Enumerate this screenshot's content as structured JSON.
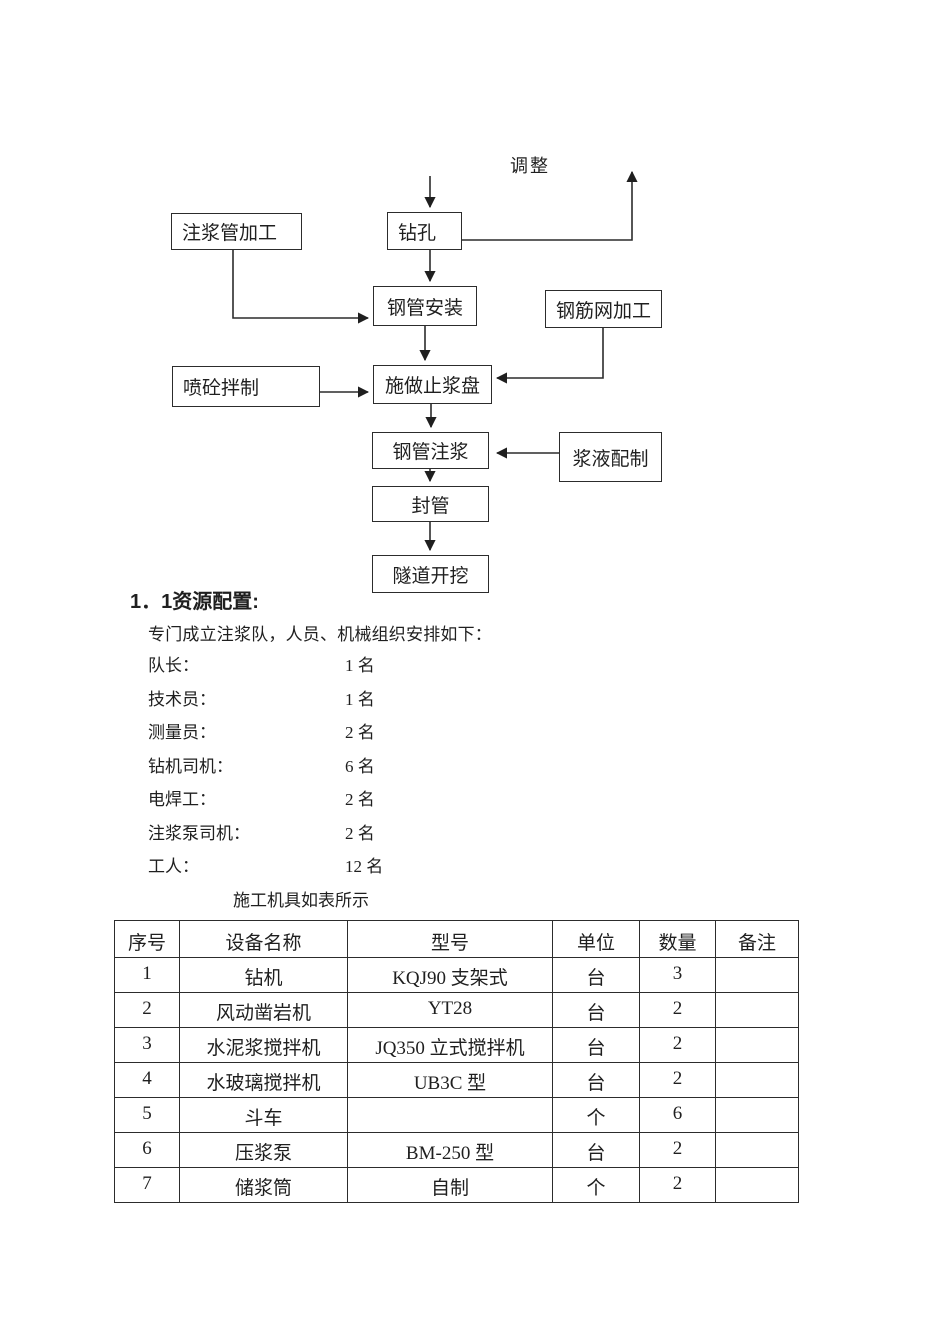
{
  "flowchart": {
    "feedback_label": "调整",
    "nodes": [
      {
        "id": "grout-pipe-fabrication",
        "label": "注浆管加工"
      },
      {
        "id": "drilling",
        "label": "钻孔"
      },
      {
        "id": "steel-pipe-install",
        "label": "钢管安装"
      },
      {
        "id": "rebar-mesh-fabrication",
        "label": "钢筋网加工"
      },
      {
        "id": "shotcrete-mixing",
        "label": "喷砼拌制"
      },
      {
        "id": "grout-stop-disc",
        "label": "施做止浆盘"
      },
      {
        "id": "steel-pipe-grouting",
        "label": "钢管注浆"
      },
      {
        "id": "slurry-preparation",
        "label": "浆液配制"
      },
      {
        "id": "pipe-sealing",
        "label": "封管"
      },
      {
        "id": "tunnel-excavation",
        "label": "隧道开挖"
      }
    ]
  },
  "section": {
    "heading": "1．1资源配置:",
    "intro": "专门成立注浆队，人员、机械组织安排如下：",
    "personnel": [
      {
        "label": "队长：",
        "count": "1 名"
      },
      {
        "label": "技术员：",
        "count": "1 名"
      },
      {
        "label": "测量员：",
        "count": "2 名"
      },
      {
        "label": "钻机司机：",
        "count": "6 名"
      },
      {
        "label": "电焊工：",
        "count": "2 名"
      },
      {
        "label": "注浆泵司机：",
        "count": "2 名"
      },
      {
        "label": "工人：",
        "count": "12 名"
      }
    ],
    "table_caption": "施工机具如表所示"
  },
  "equipment_table": {
    "headers": [
      "序号",
      "设备名称",
      "型号",
      "单位",
      "数量",
      "备注"
    ],
    "rows": [
      [
        "1",
        "钻机",
        "KQJ90 支架式",
        "台",
        "3",
        ""
      ],
      [
        "2",
        "风动凿岩机",
        "YT28",
        "台",
        "2",
        ""
      ],
      [
        "3",
        "水泥浆搅拌机",
        "JQ350 立式搅拌机",
        "台",
        "2",
        ""
      ],
      [
        "4",
        "水玻璃搅拌机",
        "UB3C 型",
        "台",
        "2",
        ""
      ],
      [
        "5",
        "斗车",
        "",
        "个",
        "6",
        ""
      ],
      [
        "6",
        "压浆泵",
        "BM-250 型",
        "台",
        "2",
        ""
      ],
      [
        "7",
        "储浆筒",
        "自制",
        "个",
        "2",
        ""
      ]
    ]
  },
  "colors": {
    "page_background": "#ffffff",
    "ink": "#1f1f1f",
    "line": "#2c2c2c"
  }
}
